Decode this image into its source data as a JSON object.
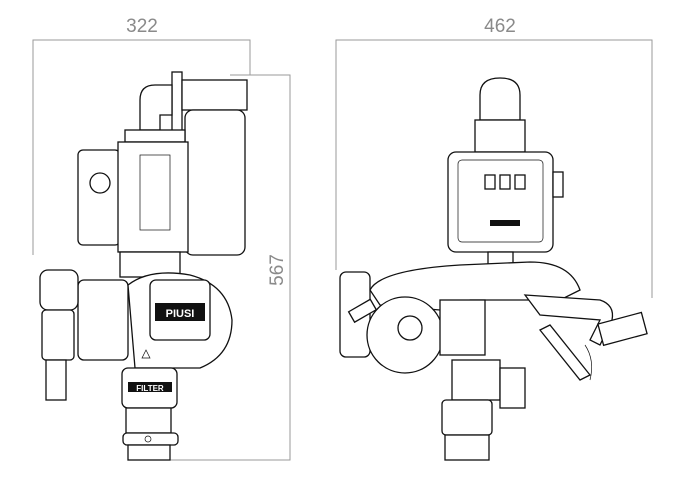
{
  "dimensions": {
    "left_width": "322",
    "right_width": "462",
    "height": "567"
  },
  "labels": {
    "pump_brand": "PIUSI",
    "filter": "FILTER"
  }
}
